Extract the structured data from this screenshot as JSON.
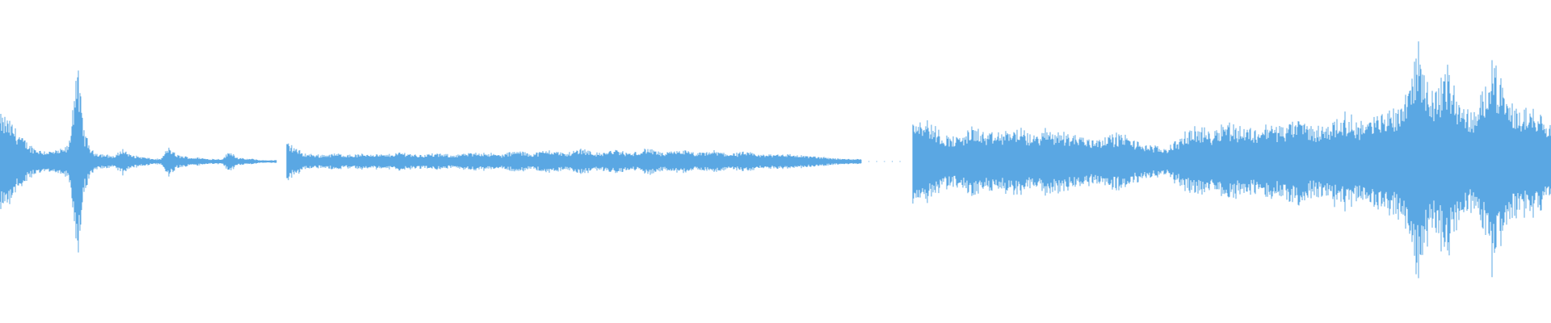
{
  "waveform": {
    "color": "#5aa7e3",
    "background": "#ffffff",
    "segments": [
      {
        "start": 0.0,
        "end": 0.178,
        "envelope": [
          0.34,
          0.32,
          0.25,
          0.17,
          0.12,
          0.09,
          0.08,
          0.08,
          0.09,
          0.12,
          0.75,
          0.22,
          0.08,
          0.06,
          0.05,
          0.04,
          0.1,
          0.05,
          0.04,
          0.03,
          0.02,
          0.02,
          0.11,
          0.05,
          0.04,
          0.03,
          0.03,
          0.02,
          0.02,
          0.02,
          0.08,
          0.03,
          0.02,
          0.02,
          0.01,
          0.01,
          0.01
        ]
      },
      {
        "start": 0.185,
        "end": 0.555,
        "envelope": [
          0.15,
          0.06,
          0.05,
          0.06,
          0.05,
          0.06,
          0.05,
          0.07,
          0.05,
          0.06,
          0.05,
          0.06,
          0.07,
          0.05,
          0.08,
          0.06,
          0.09,
          0.06,
          0.1,
          0.06,
          0.09,
          0.06,
          0.1,
          0.06,
          0.09,
          0.06,
          0.08,
          0.06,
          0.07,
          0.05,
          0.06,
          0.05,
          0.04,
          0.03,
          0.02,
          0.02
        ]
      },
      {
        "start": 0.589,
        "end": 1.0,
        "envelope": [
          0.35,
          0.3,
          0.2,
          0.18,
          0.26,
          0.2,
          0.22,
          0.25,
          0.19,
          0.24,
          0.22,
          0.2,
          0.17,
          0.19,
          0.21,
          0.15,
          0.12,
          0.1,
          0.18,
          0.26,
          0.22,
          0.3,
          0.26,
          0.24,
          0.28,
          0.26,
          0.32,
          0.25,
          0.28,
          0.35,
          0.3,
          0.32,
          0.38,
          0.45,
          0.85,
          0.5,
          0.7,
          0.4,
          0.35,
          0.8,
          0.45,
          0.38,
          0.4,
          0.3
        ]
      }
    ],
    "dots": [
      0.146,
      0.15,
      0.155,
      0.159,
      0.163,
      0.167,
      0.171,
      0.56,
      0.565,
      0.57,
      0.575,
      0.58
    ]
  }
}
